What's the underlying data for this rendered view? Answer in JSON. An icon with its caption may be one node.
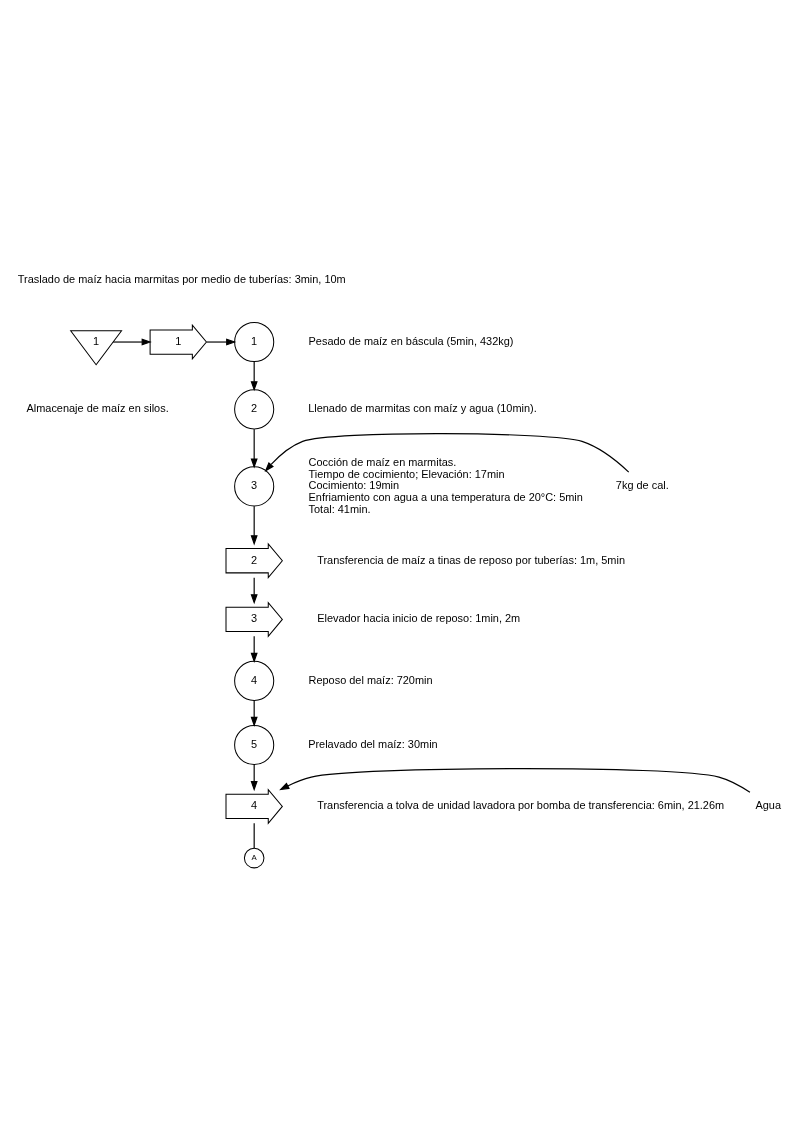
{
  "diagram": {
    "nodes": [
      {
        "text": [
          "1"
        ],
        "beside": [
          "Almacenaje de maíz en silos."
        ]
      },
      {
        "text": [
          "1"
        ],
        "beside": [
          "Traslado de maíz hacia marmitas por medio de tuberías: 3min, 10m"
        ]
      },
      {
        "text": [
          "1"
        ],
        "beside": [
          "Pesado de maíz en báscula (5min, 432kg)"
        ]
      },
      {
        "text": [
          "2"
        ],
        "beside": [
          "Llenado de marmitas con maíz y agua (10min)."
        ]
      },
      {
        "text": [
          "7kg de cal."
        ]
      },
      {
        "text": [
          "3"
        ],
        "beside": [
          "Cocción de maíz en marmitas.",
          "Tiempo de cocimiento; Elevación: 17min",
          "Cocimiento: 19min",
          "Enfriamiento con agua a una temperatura de 20°C: 5min",
          "Total: 41min."
        ]
      },
      {
        "text": [
          "2"
        ],
        "beside": [
          "Transferencia de maíz a tinas de reposo por tuberías: 1m, 5min"
        ]
      },
      {
        "text": [
          "3"
        ],
        "beside": [
          "Elevador hacia inicio de reposo: 1min, 2m"
        ]
      },
      {
        "text": [
          "4"
        ],
        "beside": [
          "Reposo del maíz: 720min"
        ]
      },
      {
        "text": [
          "5"
        ],
        "beside": [
          "Prelavado del maíz: 30min"
        ]
      },
      {
        "text": [
          "Agua"
        ]
      },
      {
        "text": [
          "4"
        ],
        "beside": [
          "Transferencia a tolva de unidad lavadora por bomba de transferencia: 6min, 21.26m"
        ]
      },
      {
        "text": [
          "A"
        ]
      }
    ],
    "edges": [
      {
        "from": 0,
        "to": 1,
        "arrow": "to"
      },
      {
        "from": 1,
        "to": 2,
        "arrow": "to"
      },
      {
        "from": 2,
        "to": 3,
        "arrow": "to"
      },
      {
        "from": 3,
        "to": 5,
        "arrow": "to"
      },
      {
        "from": 4,
        "to": 5,
        "arrow": "to"
      },
      {
        "from": 5,
        "to": 6,
        "arrow": "to"
      },
      {
        "from": 6,
        "to": 7,
        "arrow": "to"
      },
      {
        "from": 7,
        "to": 8,
        "arrow": "to"
      },
      {
        "from": 8,
        "to": 9,
        "arrow": "to"
      },
      {
        "from": 9,
        "to": 11,
        "arrow": "to"
      },
      {
        "from": 10,
        "to": 11,
        "arrow": "to"
      },
      {
        "from": 11,
        "to": 12,
        "arrow": "none"
      }
    ]
  }
}
